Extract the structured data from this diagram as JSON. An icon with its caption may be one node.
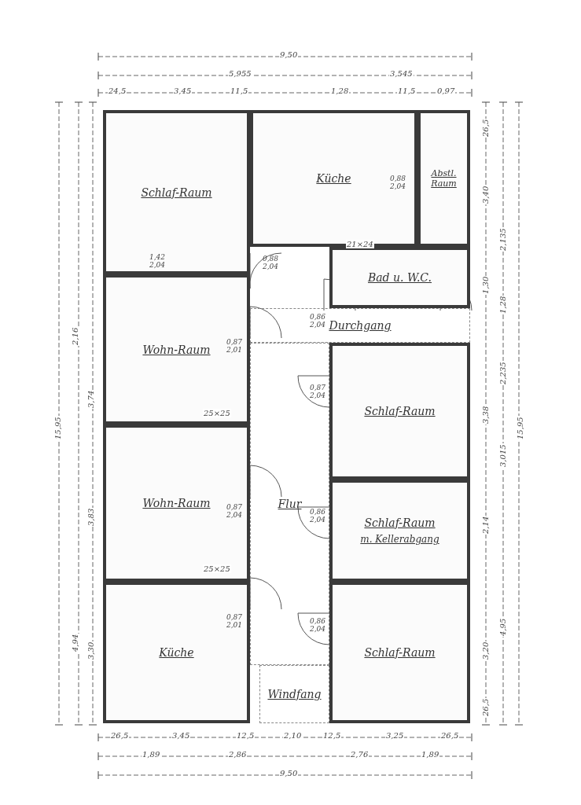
{
  "diagram": {
    "nodes": [
      {
        "text": [
          "Schlaf-Raum"
        ]
      },
      {
        "text": [
          "Küche"
        ]
      },
      {
        "text": [
          "Abstl. Raum"
        ]
      },
      {
        "text": [
          "Bad u. W.C."
        ]
      },
      {
        "text": [
          "Wohn-Raum"
        ]
      },
      {
        "text": [
          "Durchgang"
        ]
      },
      {
        "text": [
          "Schlaf-Raum"
        ]
      },
      {
        "text": [
          "Flur"
        ]
      },
      {
        "text": [
          "Wohn-Raum"
        ]
      },
      {
        "text": [
          "Schlaf-Raum",
          "m. Kellerabgang"
        ]
      },
      {
        "text": [
          "Küche"
        ]
      },
      {
        "text": [
          "Schlaf-Raum"
        ]
      },
      {
        "text": [
          "Windfang"
        ]
      }
    ],
    "labels": [
      "9,50",
      "5,955",
      "3,545",
      "24,5",
      "3,45",
      "11,5",
      "1,28",
      "11,5",
      "0,97",
      "15,95",
      "2,16",
      "3,74",
      "3,83",
      "4,94",
      "3,30",
      "26,5",
      "3,40",
      "2,135",
      "1,30",
      "1,28",
      "2,235",
      "3,38",
      "3,015",
      "2,14",
      "4,95",
      "3,20",
      "26,5",
      "15,95",
      "26,5",
      "3,45",
      "12,5",
      "2,10",
      "12,5",
      "3,25",
      "26,5",
      "1,89",
      "2,86",
      "2,76",
      "1,89",
      "9,50",
      "0,88 2,04",
      "1,42 2,04",
      "0,88 2,04",
      "21×24",
      "0,87 2,01",
      "0,86 2,04",
      "0,87 2,04",
      "25×25",
      "0,87 2,04",
      "0,86 2,04",
      "25×25",
      "0,87 2,01",
      "0,86 2,04"
    ]
  }
}
